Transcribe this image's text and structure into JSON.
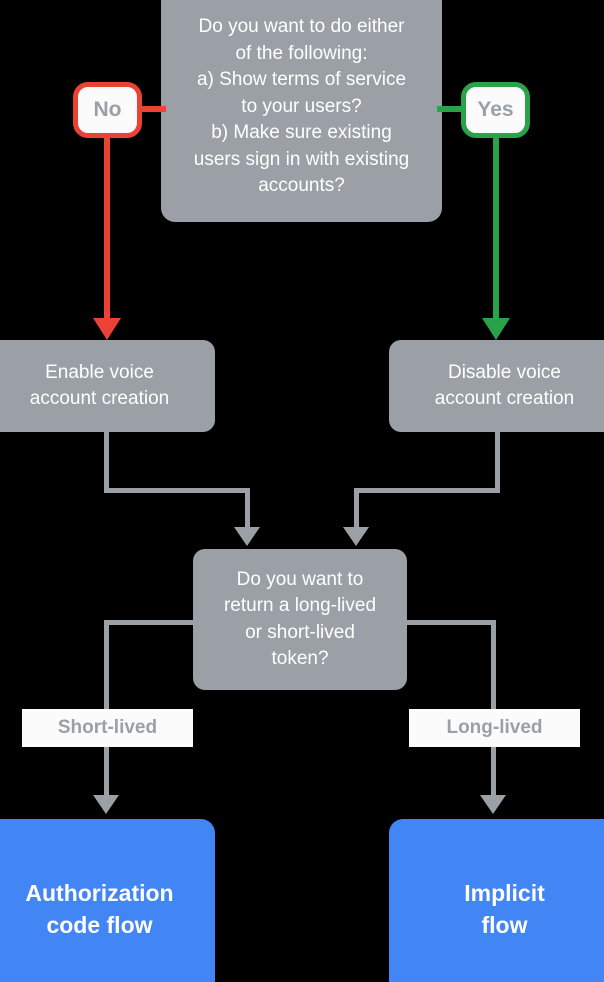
{
  "diagram": {
    "title": "Account linking flow decision chart",
    "background": "#000000",
    "colors": {
      "node_gray": "#9aa0a6",
      "node_blue": "#4285f4",
      "no_red": "#ea4335",
      "yes_green": "#2aa24a",
      "chip_bg": "#fbfbfb",
      "text_white": "#ffffff"
    },
    "nodes": {
      "question_top": {
        "text": "Do you want to do either of the following:\na) Show terms of service to your users?\nb) Make sure existing users sign in with existing accounts?",
        "line1": "Do you want to do either",
        "line2": "of the following:",
        "line3": "a) Show terms of service",
        "line4": "to your users?",
        "line5": "b) Make sure existing",
        "line6": "users sign in with existing",
        "line7": "accounts?"
      },
      "enable_voice": {
        "line1": "Enable voice",
        "line2": "account creation"
      },
      "disable_voice": {
        "line1": "Disable voice",
        "line2": "account creation"
      },
      "question_token": {
        "line1": "Do you want to",
        "line2": "return a long-lived",
        "line3": "or short-lived",
        "line4": "token?"
      },
      "auth_code_flow": {
        "line1": "Authorization",
        "line2": "code flow"
      },
      "implicit_flow": {
        "line1": "Implicit",
        "line2": "flow"
      }
    },
    "badges": {
      "no": "No",
      "yes": "Yes"
    },
    "edge_labels": {
      "short_lived": "Short-lived",
      "long_lived": "Long-lived"
    }
  }
}
